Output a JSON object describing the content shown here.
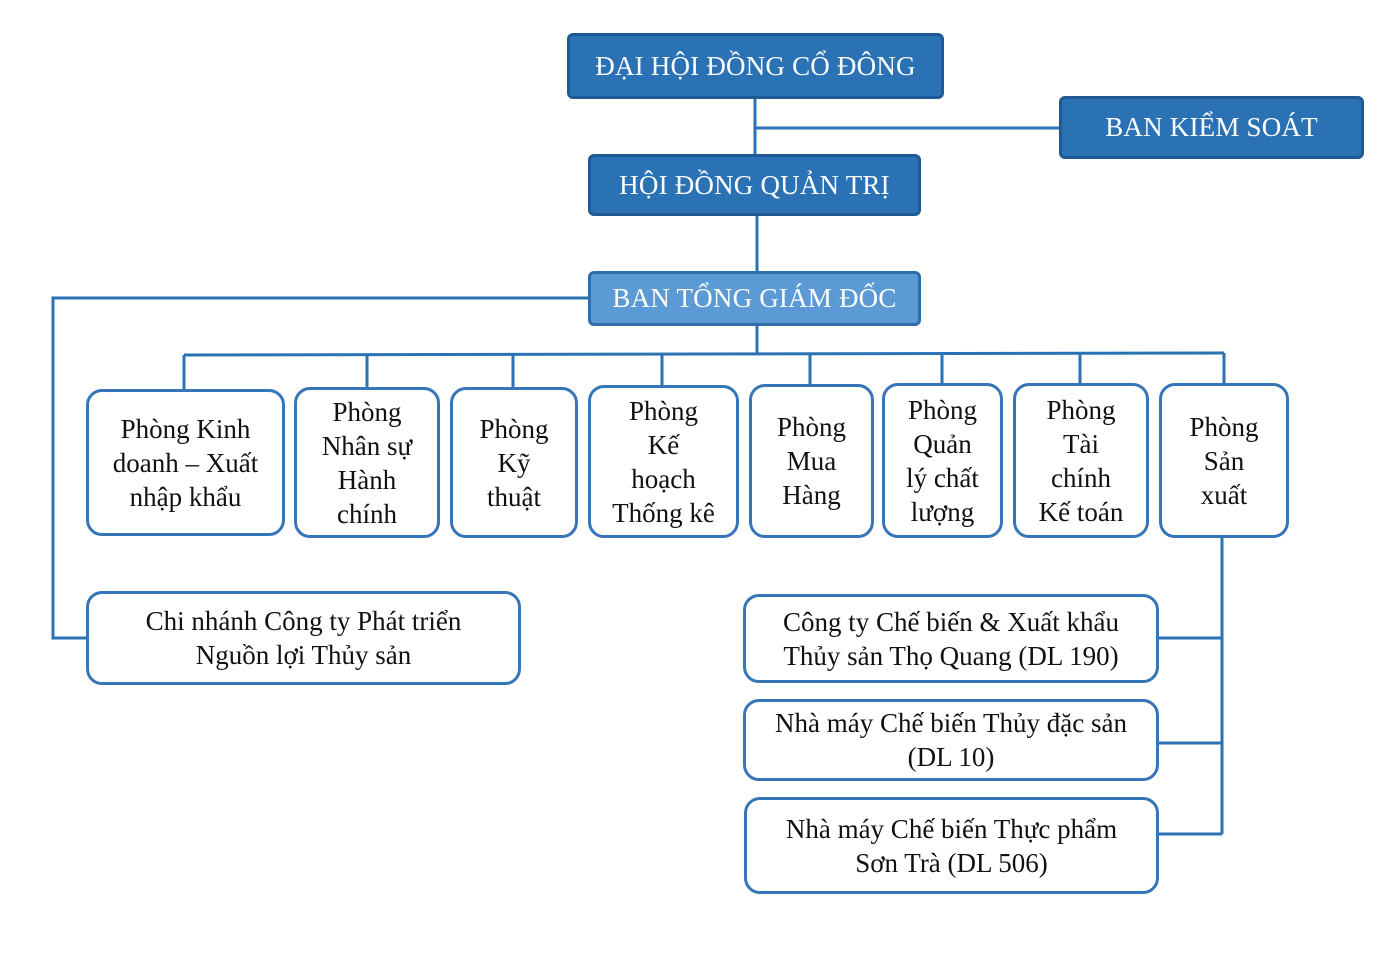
{
  "colors": {
    "line": "#2b72b5",
    "box_fill": "#2b72b5",
    "box_fill_light": "#5c9ad6",
    "box_border": "#3575b8"
  },
  "nodes": {
    "shareholders": "ĐẠI HỘI ĐỒNG CỔ ĐÔNG",
    "supervisory": "BAN KIỂM SOÁT",
    "board": "HỘI ĐỒNG QUẢN TRỊ",
    "management": "BAN TỔNG GIÁM ĐỐC",
    "dept_sales": "Phòng Kinh\ndoanh – Xuất\nnhập khẩu",
    "dept_hr": "Phòng\nNhân sự\nHành\nchính",
    "dept_tech": "Phòng\nKỹ\nthuật",
    "dept_planning": "Phòng\nKế\nhoạch\nThống kê",
    "dept_purchasing": "Phòng\nMua\nHàng",
    "dept_quality": "Phòng\nQuản\nlý chất\nlượng",
    "dept_finance": "Phòng\nTài\nchính\nKế toán",
    "dept_production": "Phòng\nSản\nxuất",
    "branch": "Chi nhánh Công ty Phát triển\nNguồn lợi Thủy sản",
    "unit_tho_quang": "Công ty Chế biến & Xuất khẩu\nThủy sản Thọ Quang (DL 190)",
    "unit_dl10": "Nhà máy Chế biến Thủy đặc sản\n(DL 10)",
    "unit_son_tra": "Nhà máy Chế biến Thực phẩm\nSơn Trà (DL 506)"
  }
}
